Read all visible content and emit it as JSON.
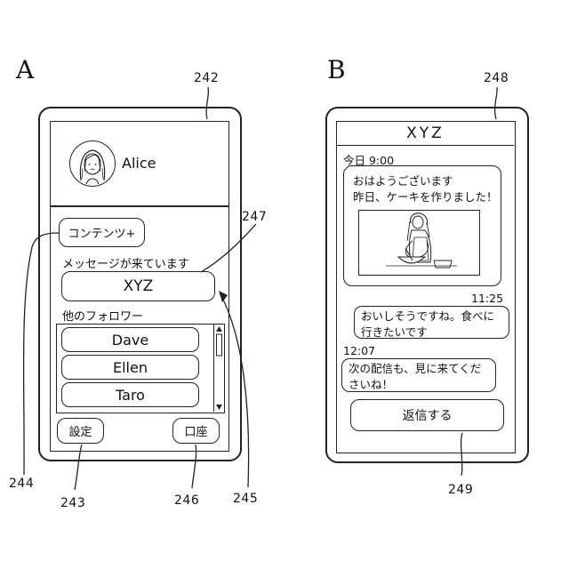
{
  "figure_labels": {
    "a": "A",
    "b": "B"
  },
  "refs": {
    "r242": "242",
    "r243": "243",
    "r244": "244",
    "r245": "245",
    "r246": "246",
    "r247": "247",
    "r248": "248",
    "r249": "249"
  },
  "screen_a": {
    "profile_name": "Alice",
    "contents_button": "コンテンツ+",
    "message_notice": "メッセージが来ています",
    "message_sender_button": "XYZ",
    "followers_heading": "他のフォロワー",
    "followers": [
      "Dave",
      "Ellen",
      "Taro"
    ],
    "settings_button": "設定",
    "account_button": "口座"
  },
  "screen_b": {
    "header_title": "XYZ",
    "messages": [
      {
        "time": "今日 9:00",
        "lines": [
          "おはようございます",
          "昨日、ケーキを作りました！"
        ],
        "has_image": true
      },
      {
        "time": "11:25",
        "lines": [
          "おいしそうですね。食べに",
          "行きたいです"
        ]
      },
      {
        "time": "12:07",
        "lines": [
          "次の配信も、見に来てくだ",
          "さいね！"
        ]
      }
    ],
    "reply_button": "返信する"
  }
}
